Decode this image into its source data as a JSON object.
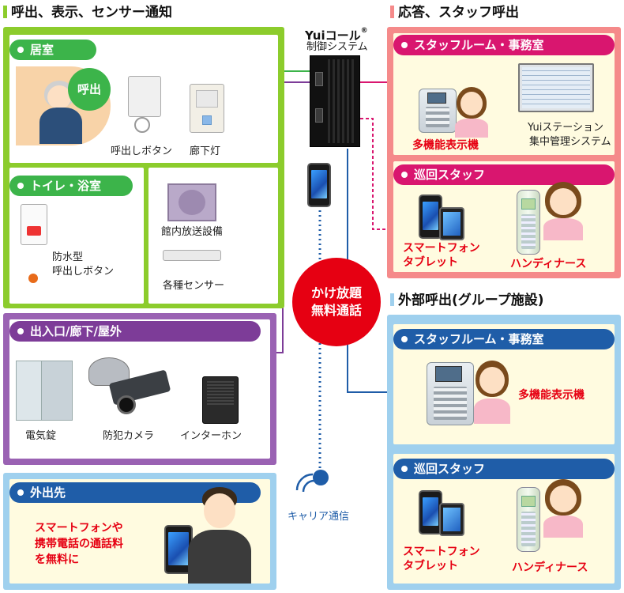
{
  "sections": {
    "call_display": "呼出、表示、センサー通知",
    "response": "応答、スタッフ呼出",
    "external": "外部呼出(グループ施設)"
  },
  "control": {
    "brand": "Yuiコール",
    "registered": "®",
    "system": "制御システム"
  },
  "rooms": {
    "living_room": "居室",
    "call_bubble": "呼出",
    "call_button": "呼出しボタン",
    "corridor_light": "廊下灯",
    "toilet": "トイレ・浴室",
    "waterproof_line1": "防水型",
    "waterproof_line2": "呼出しボタン",
    "broadcast": "館内放送設備",
    "sensors": "各種センサー",
    "entrance": "出入口/廊下/屋外",
    "electric_lock": "電気錠",
    "camera": "防犯カメラ",
    "intercom": "インターホン",
    "outing": "外出先",
    "outing_text1": "スマートフォンや",
    "outing_text2": "携帯電話の通話料",
    "outing_text3": "を無料に"
  },
  "response": {
    "staff_room": "スタッフルーム・事務室",
    "multi_display": "多機能表示機",
    "station_line1": "Yuiステーション",
    "station_line2": "集中管理システム",
    "patrol": "巡回スタッフ",
    "smartphone": "スマートフォン",
    "tablet": "タブレット",
    "handy": "ハンディナース"
  },
  "free_call": {
    "line1": "かけ放題",
    "line2": "無料通話"
  },
  "carrier": "キャリア通信",
  "external": {
    "staff_room": "スタッフルーム・事務室",
    "multi_display": "多機能表示機",
    "patrol": "巡回スタッフ",
    "smartphone": "スマートフォン",
    "tablet": "タブレット",
    "handy": "ハンディナース"
  },
  "colors": {
    "green": "#8ccc2c",
    "purple": "#9a62b3",
    "red_panel": "#f58a8a",
    "blue_panel": "#9fd0ee",
    "magenta": "#d9166f",
    "navy": "#1f5da8",
    "free_red": "#e60012",
    "line_green": "#3cb44a",
    "line_purple": "#7d3c98",
    "line_magenta": "#d9166f",
    "line_blue": "#1f5da8"
  }
}
